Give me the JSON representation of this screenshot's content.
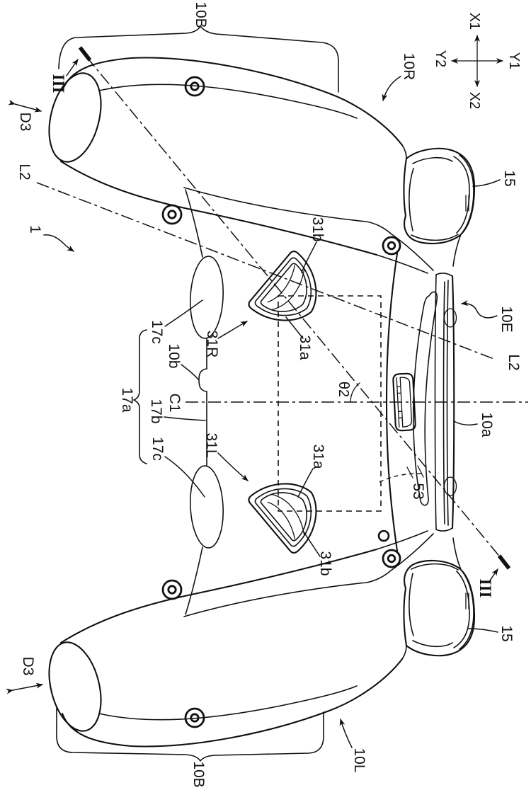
{
  "figure": {
    "background": "#ffffff",
    "stroke_color": "#111111",
    "type": "patent-line-drawing"
  },
  "labels": {
    "ref_1": "1",
    "brace_top": "10B",
    "brace_bottom": "10B",
    "grip_right": "10R",
    "grip_left": "10L",
    "edge": "10E",
    "edge_strip": "10a",
    "bump": "10b",
    "shoulder_top": "15",
    "shoulder_bottom": "15",
    "ridge_group": "17a",
    "ridge_mid": "17b",
    "ridge_top": "17c",
    "ridge_bottom": "17c",
    "trigger_right": "31R",
    "trigger_left": "31L",
    "trigger_face_top": "31a",
    "trigger_face_bottom": "31a",
    "trigger_inner_top": "31b",
    "trigger_inner_bottom": "31b",
    "port": "53",
    "line_l2_left": "L2",
    "line_l2_right": "L2",
    "centerline": "C1",
    "angle": "θ2",
    "thickness_top": "D3",
    "thickness_bottom": "D3",
    "section_top": "III",
    "section_bottom": "III",
    "axis_x1": "X1",
    "axis_x2": "X2",
    "axis_y1": "Y1",
    "axis_y2": "Y2"
  }
}
